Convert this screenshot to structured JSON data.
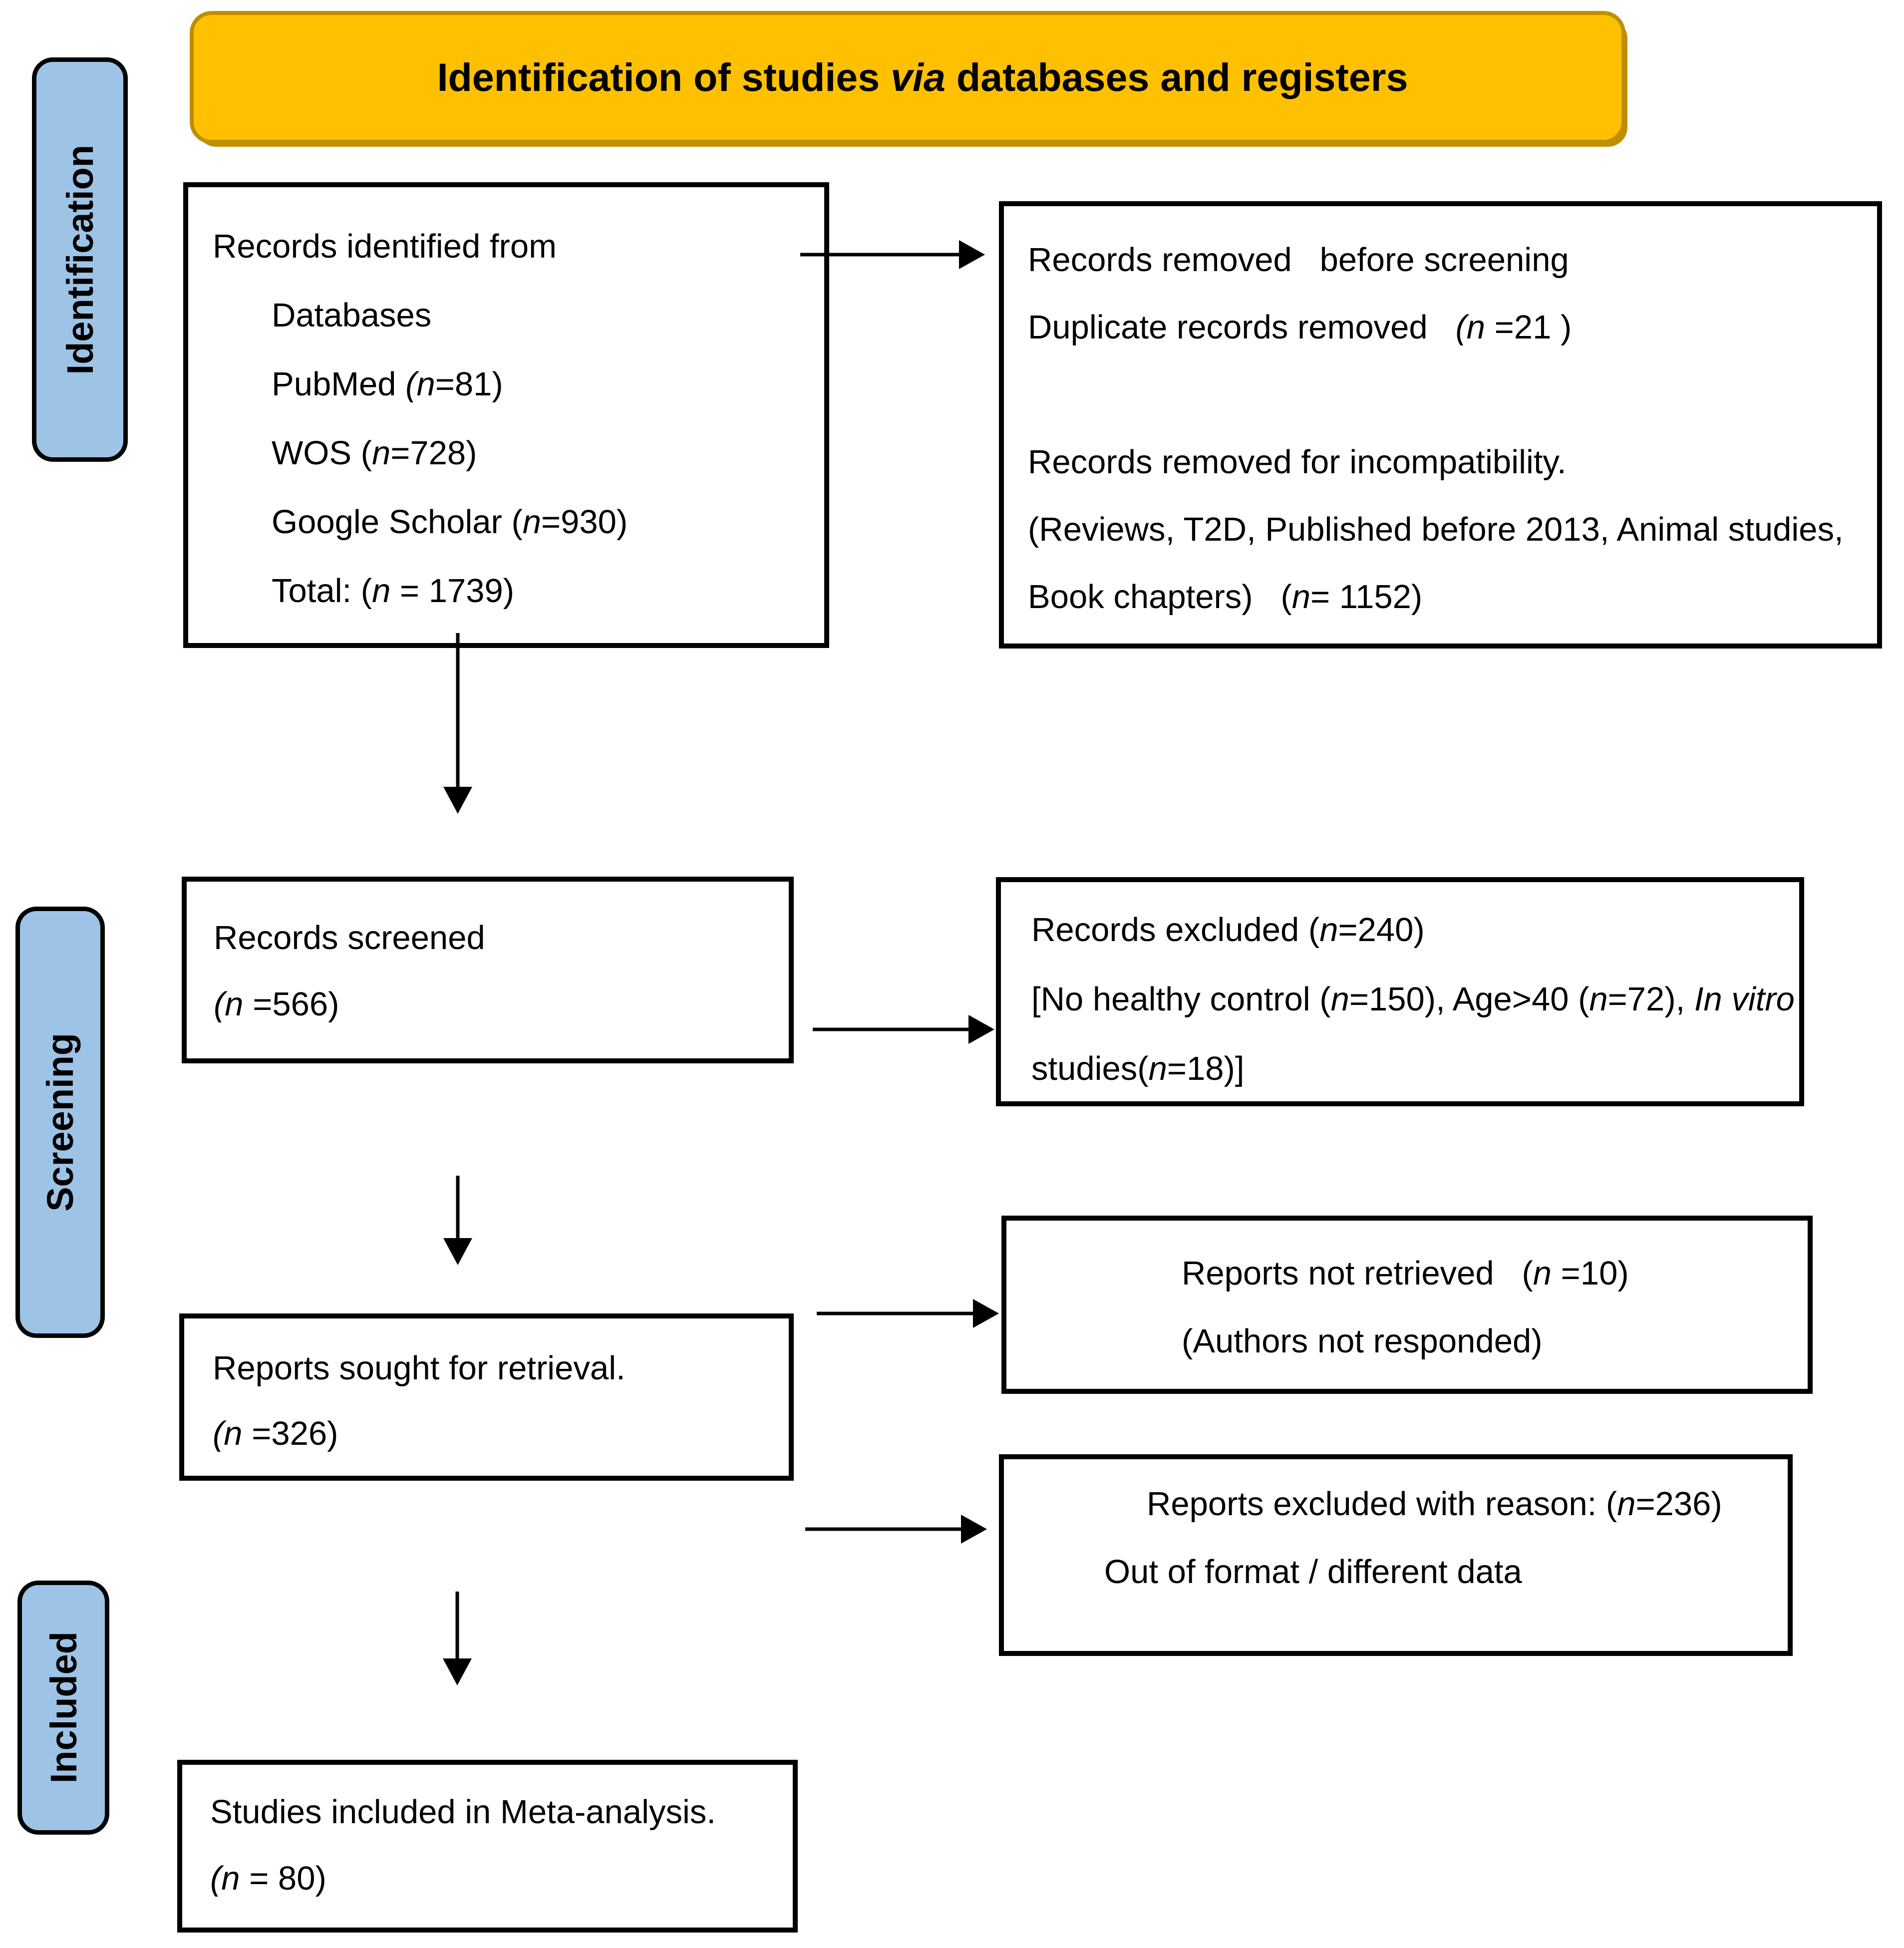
{
  "title": {
    "prefix": "Identification of studies ",
    "emphasis": "via",
    "suffix": " databases and registers"
  },
  "stages": {
    "identification": "Identification",
    "screening": "Screening",
    "included": "Included"
  },
  "boxes": {
    "records_identified": {
      "lines": [
        [
          {
            "t": "Records identified from"
          }
        ],
        [
          {
            "t": "Databases"
          }
        ],
        [
          {
            "t": "PubMed "
          },
          {
            "t": "(n",
            "i": true
          },
          {
            "t": "=81)"
          }
        ],
        [
          {
            "t": "WOS ("
          },
          {
            "t": "n",
            "i": true
          },
          {
            "t": "=728)"
          }
        ],
        [
          {
            "t": "Google Scholar ("
          },
          {
            "t": "n",
            "i": true
          },
          {
            "t": "=930)"
          }
        ],
        [
          {
            "t": "Total: ("
          },
          {
            "t": "n",
            "i": true
          },
          {
            "t": " = 1739)"
          }
        ]
      ]
    },
    "records_removed": {
      "lines": [
        [
          {
            "t": "Records removed   before screening"
          }
        ],
        [
          {
            "t": "Duplicate records removed   "
          },
          {
            "t": "(n",
            "i": true
          },
          {
            "t": " =21 )"
          }
        ],
        [
          {
            "t": " "
          }
        ],
        [
          {
            "t": "Records removed for incompatibility."
          }
        ],
        [
          {
            "t": "(Reviews, T2D, Published before 2013, Animal studies,"
          }
        ],
        [
          {
            "t": "Book chapters)   ("
          },
          {
            "t": "n",
            "i": true
          },
          {
            "t": "= 1152)"
          }
        ]
      ]
    },
    "records_screened": {
      "lines": [
        [
          {
            "t": "Records screened"
          }
        ],
        [
          {
            "t": "(n",
            "i": true
          },
          {
            "t": " =566)"
          }
        ]
      ]
    },
    "records_excluded": {
      "lines": [
        [
          {
            "t": "Records excluded ("
          },
          {
            "t": "n",
            "i": true
          },
          {
            "t": "=240)"
          }
        ],
        [
          {
            "t": "[No healthy control ("
          },
          {
            "t": "n",
            "i": true
          },
          {
            "t": "=150), Age>40 ("
          },
          {
            "t": "n",
            "i": true
          },
          {
            "t": "=72), "
          },
          {
            "t": "In vitro",
            "i": true
          }
        ],
        [
          {
            "t": "studies("
          },
          {
            "t": "n",
            "i": true
          },
          {
            "t": "=18)]"
          }
        ]
      ]
    },
    "reports_sought": {
      "lines": [
        [
          {
            "t": "Reports sought for retrieval."
          }
        ],
        [
          {
            "t": "(n",
            "i": true
          },
          {
            "t": " =326)"
          }
        ]
      ]
    },
    "reports_not_retrieved": {
      "lines": [
        [
          {
            "t": "Reports not retrieved   ("
          },
          {
            "t": "n",
            "i": true
          },
          {
            "t": " =10)"
          }
        ],
        [
          {
            "t": "(Authors not responded)"
          }
        ]
      ]
    },
    "reports_excluded": {
      "lines": [
        [
          {
            "t": "Reports excluded with reason: ("
          },
          {
            "t": "n",
            "i": true
          },
          {
            "t": "=236)"
          }
        ],
        [
          {
            "t": "Out of format / different data"
          }
        ]
      ]
    },
    "studies_included": {
      "lines": [
        [
          {
            "t": "Studies included in Meta-analysis."
          }
        ],
        [
          {
            "t": "(n",
            "i": true
          },
          {
            "t": " = 80)"
          }
        ]
      ]
    }
  },
  "colors": {
    "banner_fill": "#FFC000",
    "banner_border": "#BF8F00",
    "stage_fill": "#9DC3E6",
    "box_border": "#000000",
    "text": "#000000"
  }
}
